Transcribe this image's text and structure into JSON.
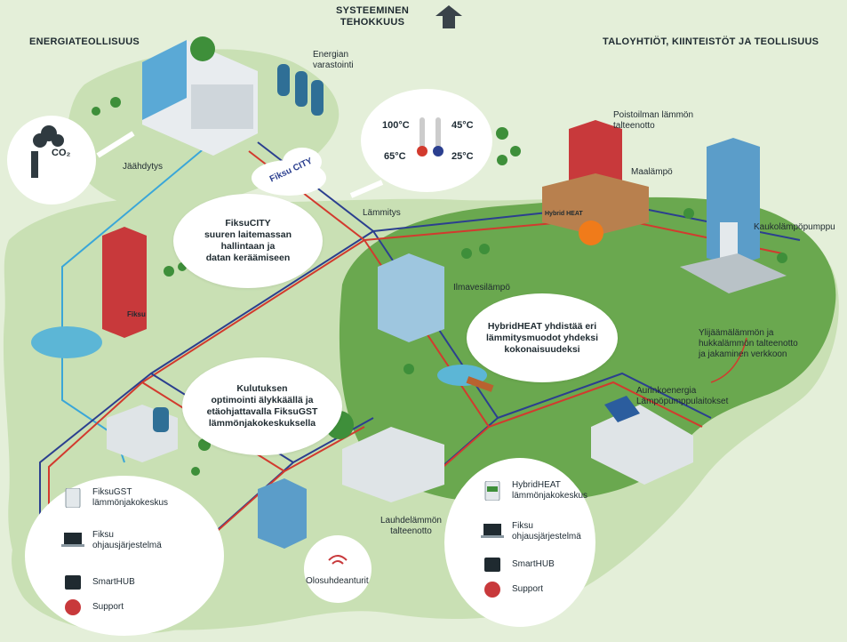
{
  "top_headline": {
    "line1": "SYSTEEMINEN",
    "line2": "TEHOKKUUS"
  },
  "sections": {
    "left": "ENERGIATEOLLISUUS",
    "right": "TALOYHTIÖT, KIINTEISTÖT JA TEOLLISUUS"
  },
  "labels": {
    "storage": "Energian\nvarastointi",
    "cooling": "Jäähdytys",
    "heating": "Lämmitys",
    "exhaust": "Poistoilman lämmön\ntalteenotto",
    "ground_heat": "Maalämpö",
    "district_pump": "Kaukolämpöpumppu",
    "air_water": "Ilmavesilämpö",
    "surplus": "Ylijäämälämmön ja\nhukkalämmön talteenotto\nja jakaminen verkkoon",
    "solar": "Aurinkoenergia\nLämpöpumppulaitokset",
    "condenser": "Lauhdelämmön\ntalteenotto",
    "sensors": "Olosuhdeanturit",
    "co2": "CO₂"
  },
  "temps": {
    "hot_in": "100°C",
    "hot_out": "65°C",
    "low_in": "45°C",
    "low_out": "25°C"
  },
  "bubbles": {
    "fiksucity": "FiksuCITY\nsuuren laitemassan\nhallintaan ja\ndatan keräämiseen",
    "hybridheat": "HybridHEAT yhdistää eri\nlämmitysmuodot yhdeksi\nkokonaisuudeksi",
    "kulutus": "Kulutuksen\noptimointi älykkäällä ja\netäohjattavalla FiksuGST\nlämmönjakokeskuksella"
  },
  "cloud_brand": "Fiksu CITY",
  "unit_badges": {
    "fiksu": "Fiksu",
    "hybrid": "Hybrid HEAT"
  },
  "legend_left": [
    {
      "icon": "fiksugst-unit-icon",
      "label": "FiksuGST\nlämmönjakokeskus"
    },
    {
      "icon": "laptop-icon",
      "label": "Fiksu\nohjausjärjestelmä"
    },
    {
      "icon": "smarthub-icon",
      "label": "SmartHUB"
    },
    {
      "icon": "support-icon",
      "label": "Support"
    }
  ],
  "legend_right": [
    {
      "icon": "hybridheat-unit-icon",
      "label": "HybridHEAT\nlämmönjakokeskus"
    },
    {
      "icon": "laptop-icon",
      "label": "Fiksu\nohjausjärjestelmä"
    },
    {
      "icon": "smarthub-icon",
      "label": "SmartHUB"
    },
    {
      "icon": "support-icon",
      "label": "Support"
    }
  ],
  "colors": {
    "ground_light": "#c9e0b4",
    "ground_dark": "#6aa84f",
    "pipe_blue": "#2b3f8f",
    "pipe_red": "#d23a2e",
    "pipe_cyan": "#3aa6d8",
    "background": "#e4efd9"
  }
}
